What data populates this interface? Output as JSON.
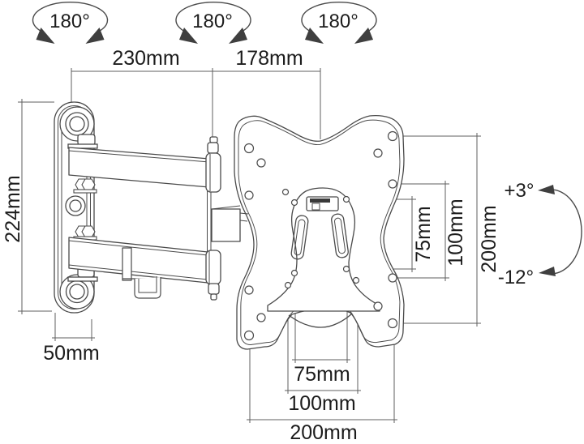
{
  "colors": {
    "background": "#ffffff",
    "line": "#4a4a4a",
    "dim": "#5f5f5f",
    "text": "#1c1c1c",
    "arrow": "#3f3f3f"
  },
  "rotation_indicators": [
    {
      "label": "180°"
    },
    {
      "label": "180°"
    },
    {
      "label": "180°"
    }
  ],
  "dimensions": {
    "top": [
      {
        "label": "230mm"
      },
      {
        "label": "178mm"
      }
    ],
    "left": {
      "label": "224mm"
    },
    "wall_plate_width": {
      "label": "50mm"
    },
    "right_vertical": [
      {
        "label": "75mm"
      },
      {
        "label": "100mm"
      },
      {
        "label": "200mm"
      }
    ],
    "bottom_horizontal": [
      {
        "label": "75mm"
      },
      {
        "label": "100mm"
      },
      {
        "label": "200mm"
      }
    ]
  },
  "tilt": {
    "up_label": "+3°",
    "down_label": "-12°"
  }
}
